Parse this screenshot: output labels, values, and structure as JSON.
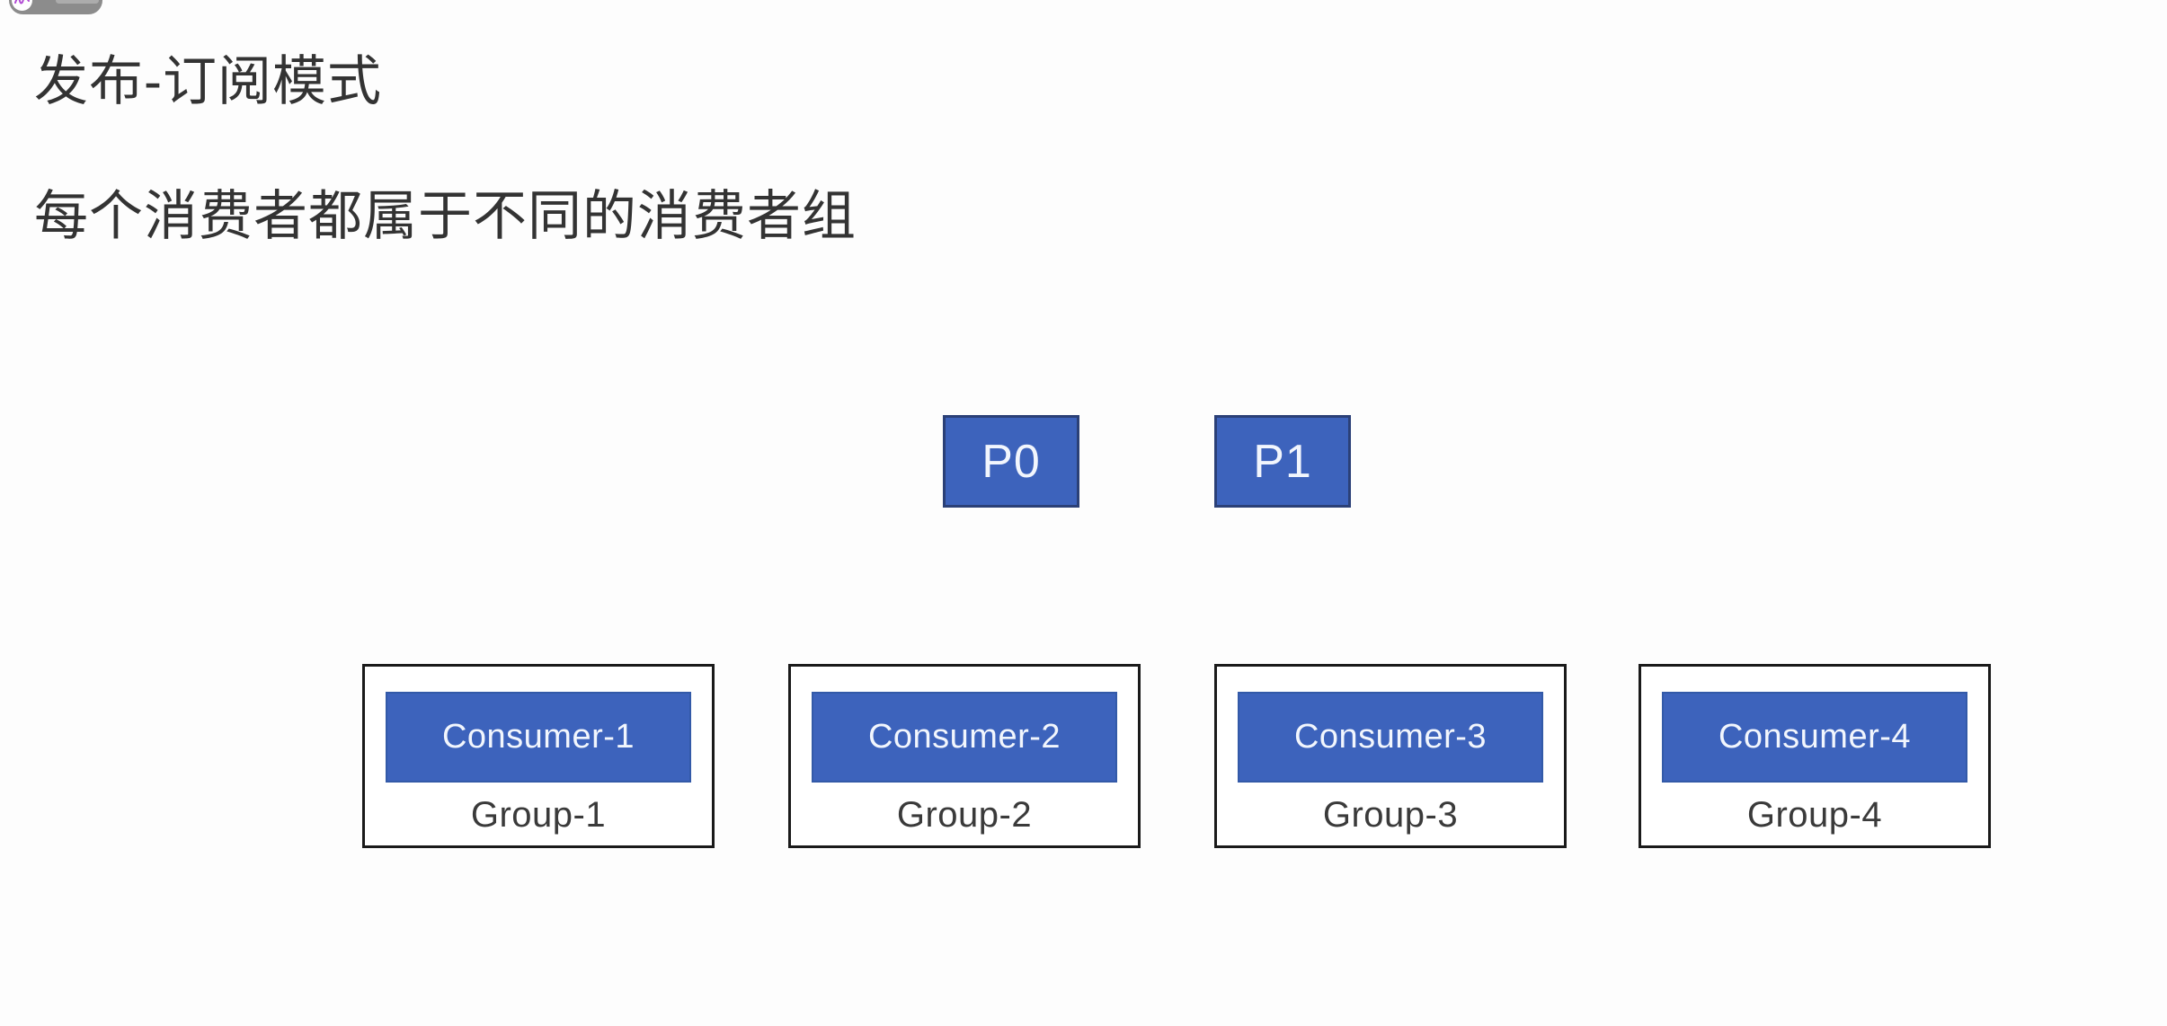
{
  "heading": {
    "title": "发布-订阅模式",
    "subtitle": "每个消费者都属于不同的消费者组"
  },
  "diagram": {
    "partitions": [
      {
        "label": "P0"
      },
      {
        "label": "P1"
      }
    ],
    "groups": [
      {
        "consumer": "Consumer-1",
        "group": "Group-1"
      },
      {
        "consumer": "Consumer-2",
        "group": "Group-2"
      },
      {
        "consumer": "Consumer-3",
        "group": "Group-3"
      },
      {
        "consumer": "Consumer-4",
        "group": "Group-4"
      }
    ]
  },
  "badge": {
    "avatar_icon": "scribble-avatar-icon"
  },
  "colors": {
    "background": "#fdfdfd",
    "box_fill": "#3d63bc",
    "partition_border": "#2b4077",
    "consumer_border": "#335aa8",
    "group_border": "#1a1a1a",
    "box_text": "#f2f6fd",
    "heading_text": "#333333",
    "group_label_text": "#3a3a3a",
    "badge_bg": "#8c8c8c",
    "avatar_accent": "#b14ad4"
  }
}
